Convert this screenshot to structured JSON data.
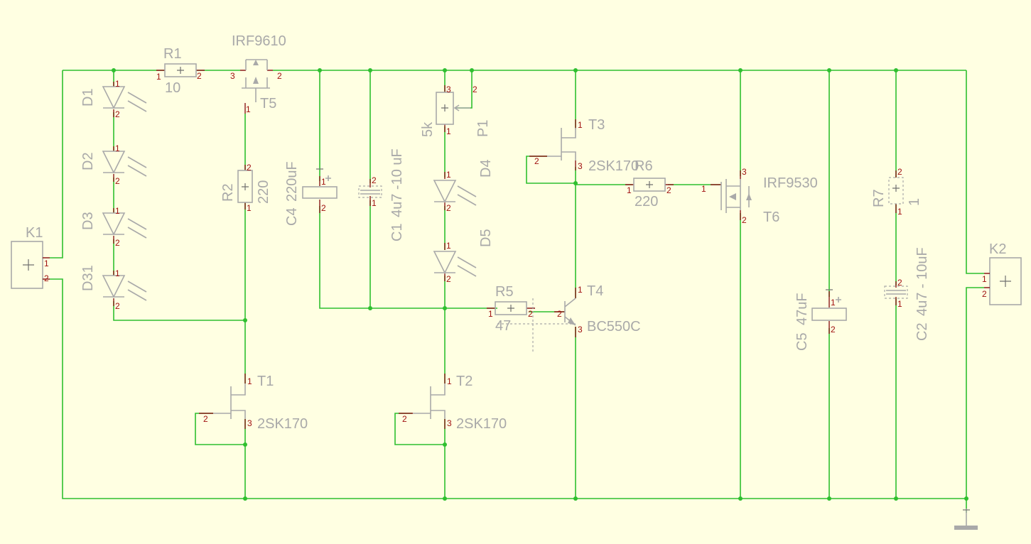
{
  "labels": {
    "K1": "K1",
    "K2": "K2",
    "R1": "R1",
    "R1v": "10",
    "T5v": "IRF9610",
    "T5": "T5",
    "D1": "D1",
    "D2": "D2",
    "D3": "D3",
    "D31": "D31",
    "R2": "R2",
    "R2v": "220",
    "C4": "C4",
    "C4v": "220uF",
    "C1": "C1",
    "C1v": "4u7 -10 uF",
    "P1": "P1",
    "P1v": "5k",
    "D4": "D4",
    "D5": "D5",
    "T3": "T3",
    "T3v": "2SK170",
    "R6": "R6",
    "R6v": "220",
    "T6v": "IRF9530",
    "T6": "T6",
    "R7": "R7",
    "R7v": "1",
    "C2": "C2",
    "C2v": "4u7 - 10uF",
    "C5": "C5",
    "C5v": "47uF",
    "R5": "R5",
    "R5v": "47",
    "T4": "T4",
    "T4v": "BC550C",
    "T1": "T1",
    "T1v": "2SK170",
    "T2": "T2",
    "T2v": "2SK170"
  },
  "pins": {
    "p1": "1",
    "p2": "2",
    "p3": "3"
  },
  "colors": {
    "background": "#ffffe2",
    "wire": "#2fbf2f",
    "part": "#a9a9a9",
    "pin": "#a01010"
  }
}
